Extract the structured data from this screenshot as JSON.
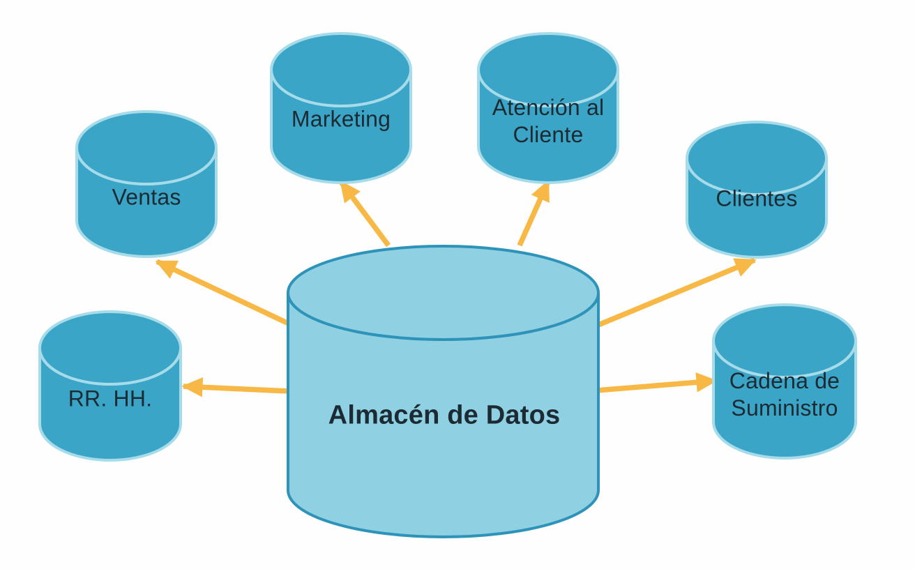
{
  "diagram": {
    "title": "Almacén de Datos",
    "center": {
      "id": "almacen-de-datos",
      "label": "Almacén de Datos"
    },
    "nodes": [
      {
        "id": "ventas",
        "label": "Ventas"
      },
      {
        "id": "marketing",
        "label": "Marketing"
      },
      {
        "id": "atencion-al-cliente",
        "label": "Atención al\nCliente"
      },
      {
        "id": "clientes",
        "label": "Clientes"
      },
      {
        "id": "rr-hh",
        "label": "RR. HH."
      },
      {
        "id": "cadena-de-suministro",
        "label": "Cadena de\nSuministro"
      }
    ],
    "edges": [
      {
        "from": "almacen-de-datos",
        "to": "ventas",
        "direction": "outward"
      },
      {
        "from": "almacen-de-datos",
        "to": "marketing",
        "direction": "outward"
      },
      {
        "from": "almacen-de-datos",
        "to": "atencion-al-cliente",
        "direction": "outward"
      },
      {
        "from": "almacen-de-datos",
        "to": "clientes",
        "direction": "outward"
      },
      {
        "from": "almacen-de-datos",
        "to": "rr-hh",
        "direction": "outward"
      },
      {
        "from": "almacen-de-datos",
        "to": "cadena-de-suministro",
        "direction": "outward"
      }
    ],
    "colors": {
      "background": "#FEFEFE",
      "node_fill": "#3BA5C7",
      "node_stroke": "#A6DBEA",
      "center_fill": "#8FD0E2",
      "center_stroke": "#2E93B8",
      "arrow": "#F7B845",
      "label": "#1C2B33"
    }
  }
}
